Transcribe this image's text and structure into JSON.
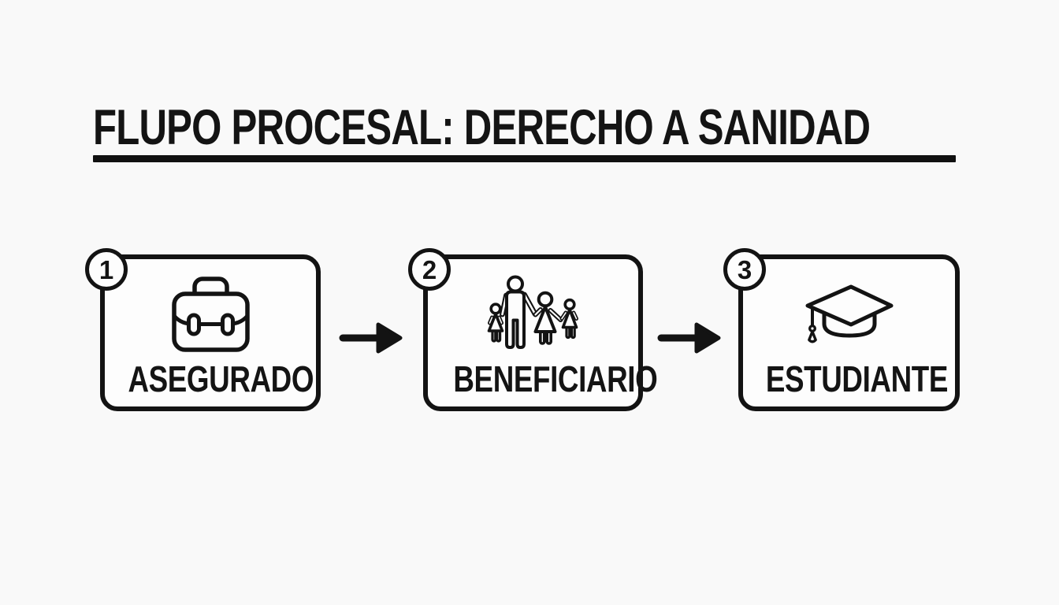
{
  "colors": {
    "ink": "#131313",
    "background": "#f9f9f9",
    "surface": "#fdfdfd"
  },
  "header": {
    "title": "FLUPO PROCESAL: DERECHO A SANIDAD"
  },
  "flow": {
    "connector": "arrow-right",
    "steps": [
      {
        "number": "1",
        "label": "ASEGURADO",
        "icon": "briefcase-icon"
      },
      {
        "number": "2",
        "label": "BENEFICIARIO",
        "icon": "family-icon"
      },
      {
        "number": "3",
        "label": "ESTUDIANTE",
        "icon": "graduation-cap-icon"
      }
    ]
  }
}
